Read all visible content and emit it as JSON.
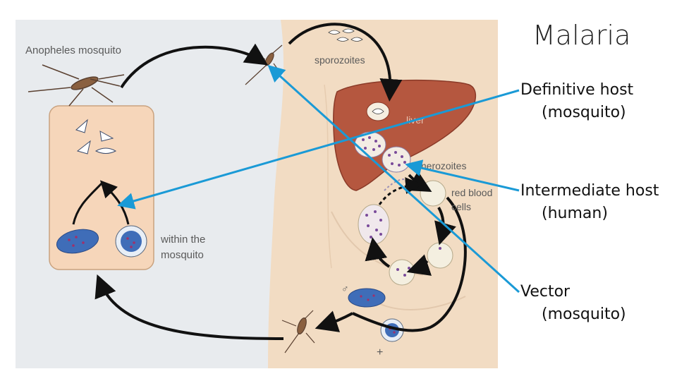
{
  "slide": {
    "title": "Malaria",
    "bullets": [
      {
        "line1": "Definitive host",
        "line2": "(mosquito)"
      },
      {
        "line1": "Intermediate host",
        "line2": "(human)"
      },
      {
        "line1": "Vector",
        "line2": "(mosquito)"
      }
    ]
  },
  "diagram": {
    "labels": {
      "anopheles": "Anopheles mosquito",
      "sporozoites": "sporozoites",
      "liver": "liver",
      "merozoites": "merozoites",
      "rbc_line1": "red blood",
      "rbc_line2": "cells",
      "within_line1": "within the",
      "within_line2": "mosquito",
      "male_symbol": "♂",
      "female_symbol": "+"
    },
    "colors": {
      "background": "#e8ebee",
      "body": "#f2dcc3",
      "inset": "#f6d6ba",
      "liver": "#b5573f",
      "pointer": "#1a9ad6",
      "arrow": "#111111"
    }
  }
}
